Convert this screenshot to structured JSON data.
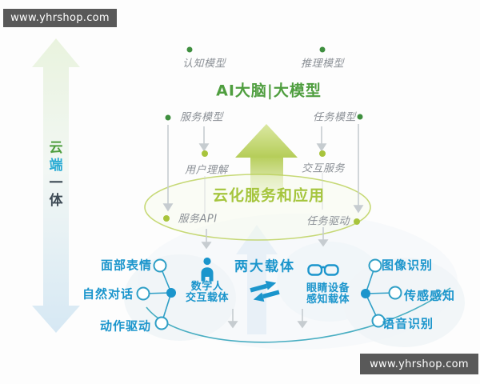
{
  "watermarks": {
    "top_left": "www.yhrshop.com",
    "bottom_right": "www.yhrshop.com"
  },
  "axis": {
    "label": "云端一体",
    "chars": [
      "云",
      "端",
      "一",
      "体"
    ]
  },
  "brain": {
    "cognitive_model": "认知模型",
    "reasoning_model": "推理模型",
    "title": "AI大脑|大模型",
    "service_model": "服务模型",
    "task_model": "任务模型",
    "user_understanding": "用户理解",
    "interaction_service": "交互服务"
  },
  "cloud": {
    "title": "云化服务和应用",
    "service_api": "服务API",
    "task_driven": "任务驱动"
  },
  "carriers": {
    "title": "两大载体",
    "digital_human": {
      "line1": "数字人",
      "line2": "交互载体"
    },
    "glasses_device": {
      "line1": "眼睛设备",
      "line2": "感知载体"
    },
    "left_features": [
      "面部表情",
      "自然对话",
      "动作驱动"
    ],
    "right_features": [
      "图像识别",
      "传感感知",
      "语音识别"
    ]
  },
  "colors": {
    "green": "#4f9e3f",
    "yellow_green": "#a8c43c",
    "blue": "#1b95cc",
    "teal": "#49aec2",
    "gray_text": "#8b9096",
    "dark": "#3d4a54",
    "watermark_bg": "#595959"
  }
}
